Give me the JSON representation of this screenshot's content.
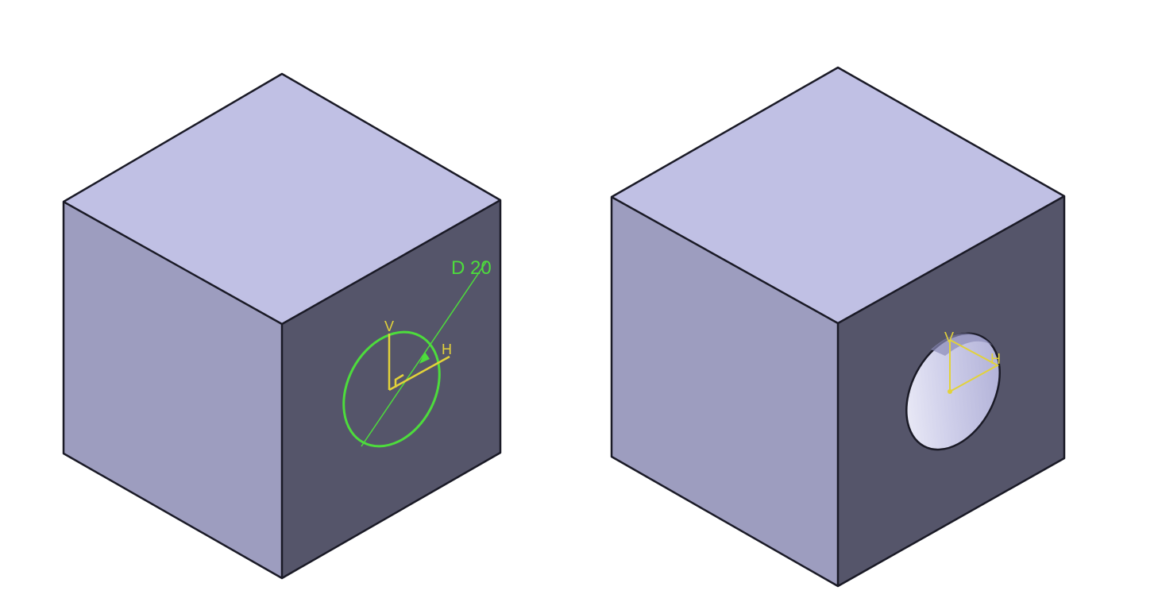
{
  "colors": {
    "background": "#ffffff",
    "top_face": "#c0c0e4",
    "left_face": "#9d9dbf",
    "right_face": "#55556a",
    "edge": "#1a1a26",
    "sketch": "#4ddc3c",
    "axes": "#e2d23a",
    "hole_light": "#eeeef8",
    "hole_mid": "#bdbde0"
  },
  "left_cube": {
    "sketch_profile": "circle",
    "dimension_label": "D 20",
    "axis_v_label": "V",
    "axis_h_label": "H"
  },
  "right_cube": {
    "feature": "hole",
    "axis_v_label": "V",
    "axis_h_label": "H"
  }
}
